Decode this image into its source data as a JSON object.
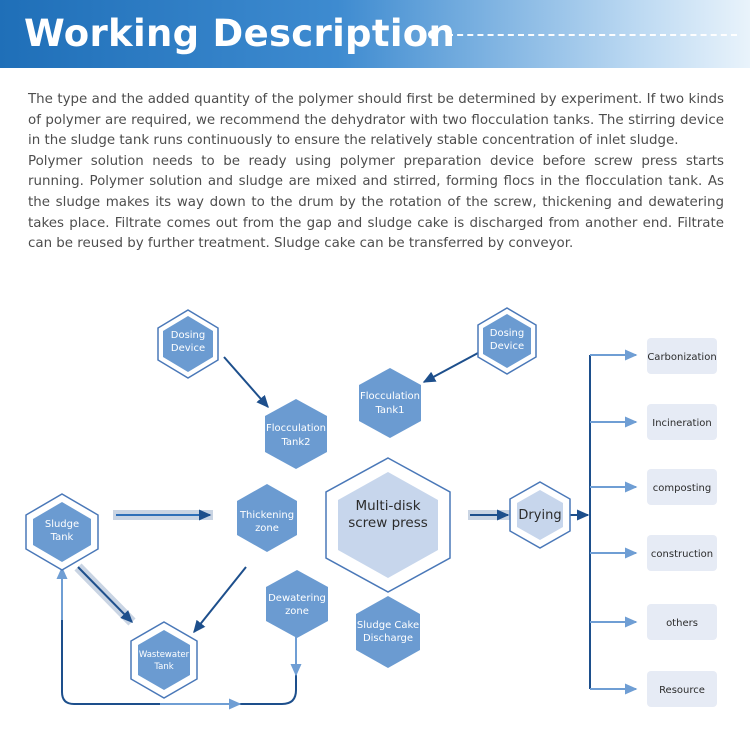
{
  "header": {
    "title": "Working Description"
  },
  "description": {
    "paragraph1": "The type and the added quantity of the polymer should first be determined by experiment. If two kinds of polymer are required, we recommend the dehydrator with two flocculation tanks. The stirring device in the sludge tank runs continuously to ensure the relatively stable concentration of inlet sludge.",
    "paragraph2": "Polymer solution needs to be ready using polymer preparation device before screw press starts running. Polymer solution and sludge are mixed and stirred, forming flocs in the flocculation tank. As the sludge makes its way down to the drum by the rotation of the screw, thickening and dewatering takes place. Filtrate comes out from the gap and sludge cake is discharged from another end. Filtrate can be reused by further treatment. Sludge cake can be transferred by conveyor."
  },
  "nodes": {
    "dosing_left": [
      "Dosing",
      "Device"
    ],
    "dosing_right": [
      "Dosing",
      "Device"
    ],
    "flocculation_tank1": [
      "Flocculation",
      "Tank1"
    ],
    "flocculation_tank2": [
      "Flocculation",
      "Tank2"
    ],
    "sludge_tank": [
      "Sludge",
      "Tank"
    ],
    "thickening_zone": [
      "Thickening",
      "zone"
    ],
    "screw_press": [
      "Multi-disk",
      "screw press"
    ],
    "drying": [
      "Drying"
    ],
    "dewatering_zone": [
      "Dewatering",
      "zone"
    ],
    "sludge_cake": [
      "Sludge Cake",
      "Discharge"
    ],
    "wastewater_tank": [
      "Wastewater",
      "Tank"
    ]
  },
  "outputs": [
    "Carbonization",
    "Incineration",
    "composting",
    "construction",
    "others",
    "Resource"
  ],
  "colors": {
    "header_blue": "#1f6fb8",
    "node_fill": "#6b9bd1",
    "node_outline": "#4a78b8",
    "arrow": "#1d4f8c",
    "output_box": "#e6ebf5"
  }
}
